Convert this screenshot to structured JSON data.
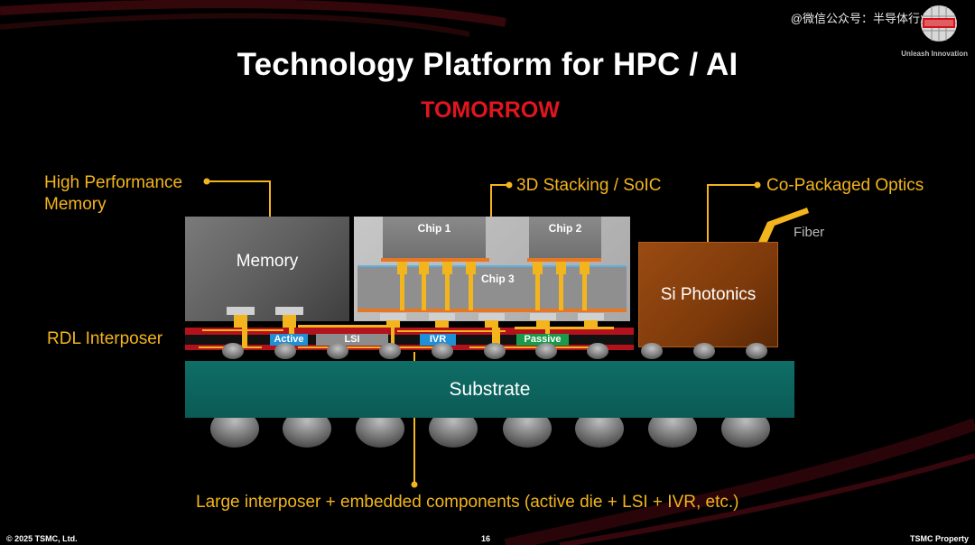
{
  "slide": {
    "title": "Technology Platform for HPC / AI",
    "subtitle": "TOMORROW",
    "watermark": "@微信公众号：半导体行业观察",
    "tagline": "Unleash Innovation"
  },
  "callouts": {
    "memory_line1": "High Performance",
    "memory_line2": "Memory",
    "stacking": "3D Stacking / SoIC",
    "optics": "Co-Packaged Optics",
    "rdl": "RDL Interposer",
    "interposer_note": "Large interposer + embedded components (active die + LSI + IVR, etc.)"
  },
  "blocks": {
    "memory": "Memory",
    "chip1": "Chip 1",
    "chip2": "Chip 2",
    "chip3": "Chip 3",
    "si_photonics": "Si Photonics",
    "fiber": "Fiber",
    "substrate": "Substrate"
  },
  "embedded_components": [
    {
      "label": "Active",
      "color": "#1f8fd6"
    },
    {
      "label": "LSI",
      "color": "#8c8c8c"
    },
    {
      "label": "IVR",
      "color": "#1f8fd6"
    },
    {
      "label": "Passive",
      "color": "#1a9a4a"
    }
  ],
  "footer": {
    "copyright": "© 2025 TSMC, Ltd.",
    "page": "16",
    "property": "TSMC Property"
  },
  "colors": {
    "callout": "#f3b51d",
    "title": "#ffffff",
    "subtitle": "#e0161f",
    "interposer_red": "#b3121c",
    "substrate": "#0b5a55",
    "photonics": "#7e3a0b"
  }
}
